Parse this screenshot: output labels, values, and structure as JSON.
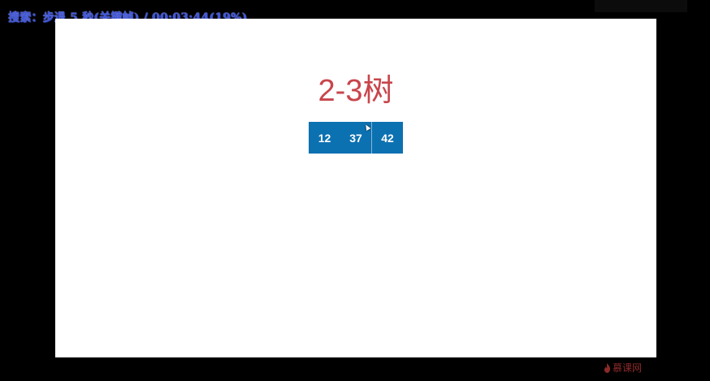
{
  "player": {
    "osd_text": "搜索：步退 5 秒(关键帧) / 00:03:44(19%)"
  },
  "slide": {
    "title": "2-3树",
    "node_keys": [
      "12",
      "37",
      "42"
    ]
  },
  "watermark": {
    "text": "慕课网",
    "icon": "flame-icon"
  }
}
